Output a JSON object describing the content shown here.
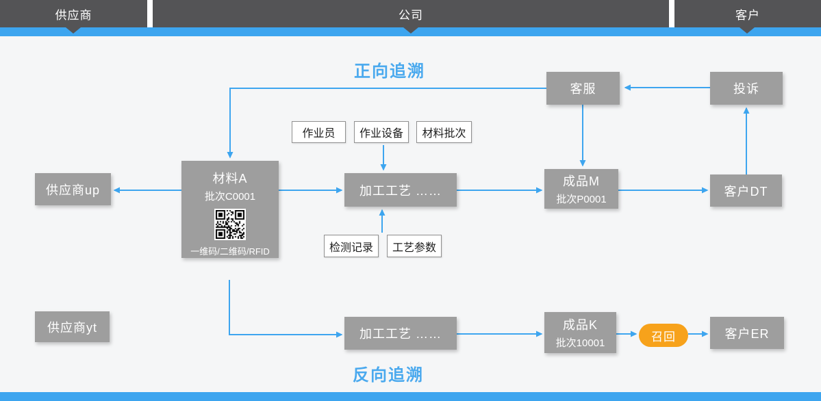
{
  "header": {
    "segments": [
      {
        "label": "供应商"
      },
      {
        "label": "公司"
      },
      {
        "label": "客户"
      }
    ]
  },
  "titles": {
    "forward": "正向追溯",
    "backward": "反向追溯"
  },
  "boxes": {
    "service": "客服",
    "complaint": "投诉",
    "supplier_up": "供应商up",
    "supplier_yt": "供应商yt",
    "material": {
      "name": "材料A",
      "batch": "批次C0001",
      "code": "一维码/二维码/RFID"
    },
    "process1": "加工工艺  ……",
    "process2": "加工工艺  ……",
    "product_m": {
      "name": "成品M",
      "batch": "批次P0001"
    },
    "product_k": {
      "name": "成品K",
      "batch": "批次10001"
    },
    "customer_dt": "客户DT",
    "customer_er": "客户ER",
    "recall": "召回"
  },
  "tags": {
    "operator": "作业员",
    "equipment": "作业设备",
    "material_batch": "材料批次",
    "inspection": "检测记录",
    "process_params": "工艺参数"
  },
  "colors": {
    "accent_blue": "#3da5ef",
    "header_dark": "#545456",
    "node_gray": "#9e9e9e",
    "recall_orange": "#f7a21b"
  }
}
